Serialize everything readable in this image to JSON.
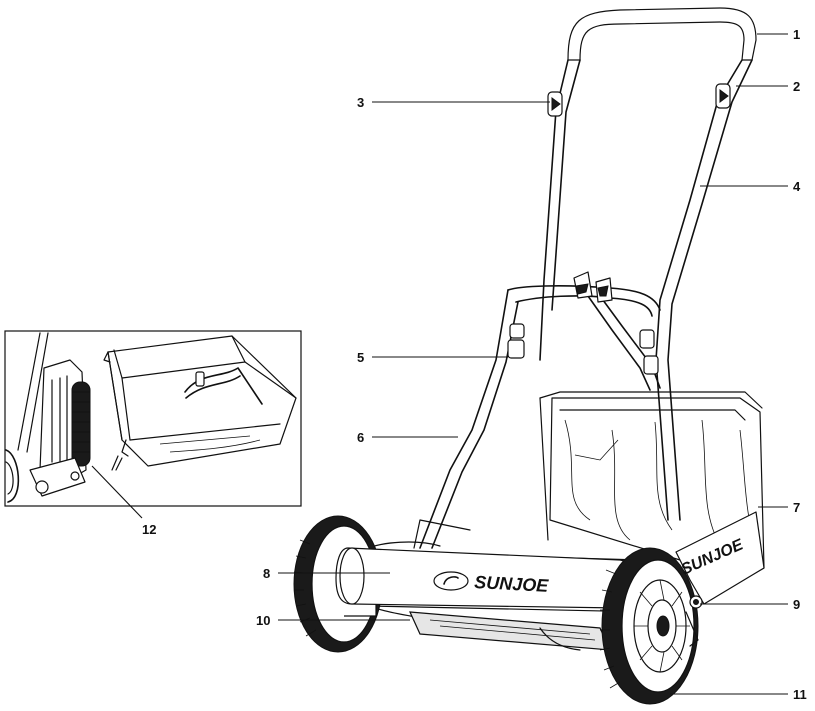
{
  "brand": {
    "logo_text": "SUNJOE",
    "side_text": "SUNJOE"
  },
  "callouts": [
    {
      "id": "c1",
      "label": "1"
    },
    {
      "id": "c2",
      "label": "2"
    },
    {
      "id": "c3",
      "label": "3"
    },
    {
      "id": "c4",
      "label": "4"
    },
    {
      "id": "c5",
      "label": "5"
    },
    {
      "id": "c6",
      "label": "6"
    },
    {
      "id": "c7",
      "label": "7"
    },
    {
      "id": "c8",
      "label": "8"
    },
    {
      "id": "c9",
      "label": "9"
    },
    {
      "id": "c10",
      "label": "10"
    },
    {
      "id": "c11",
      "label": "11"
    },
    {
      "id": "c12",
      "label": "12"
    }
  ],
  "colors": {
    "ink": "#111111",
    "background": "#ffffff"
  }
}
